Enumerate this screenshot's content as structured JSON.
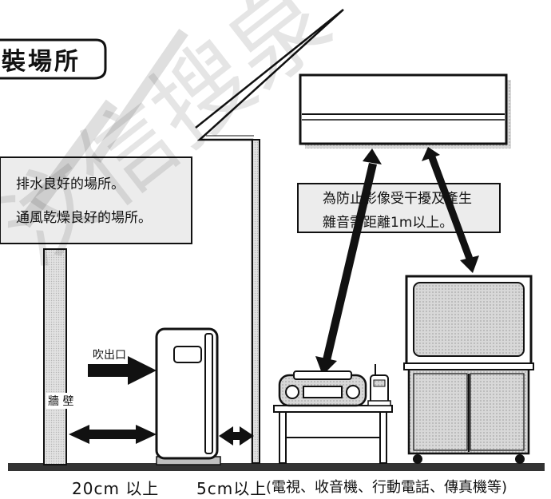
{
  "title": "裝場所",
  "watermark": "汶信搜泉",
  "drainage_note": {
    "line1": "排水良好的場所。",
    "line2": "通風乾燥良好的場所。"
  },
  "interference_note": {
    "line1": "為防止影像受干擾及產生",
    "line2": "雜音需距離1m以上。"
  },
  "labels": {
    "outlet": "吹出口",
    "wall": "牆 壁"
  },
  "clearances": {
    "wall_side": "20cm 以上",
    "other_side": "5cm以上",
    "appliances": "(電視、收音機、行動電話、傳真機等)"
  }
}
